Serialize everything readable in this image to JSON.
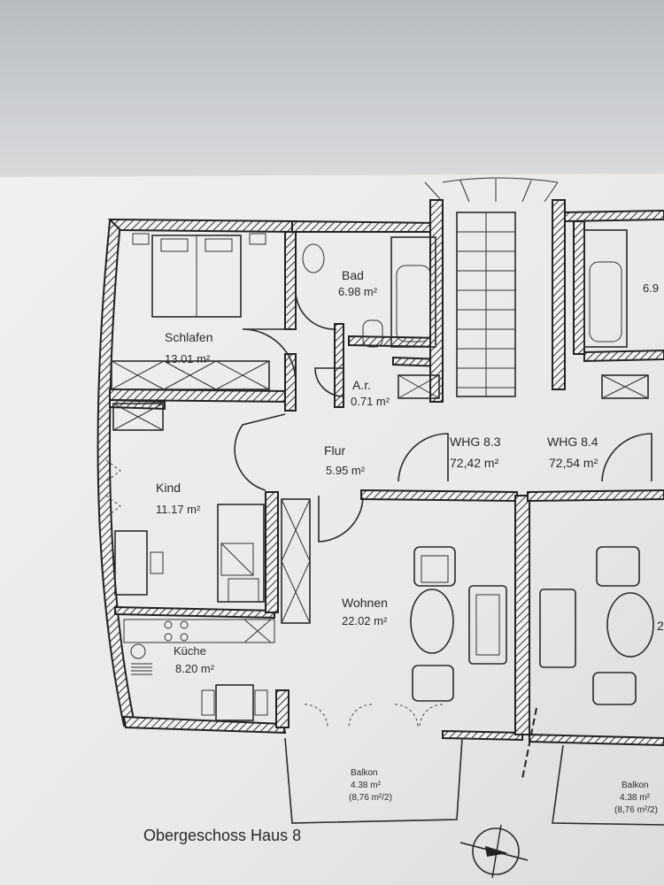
{
  "drawing": {
    "title": "Obergeschoss Haus 8",
    "rooms": [
      {
        "id": "schlafen",
        "name": "Schlafen",
        "area": "13.01 m²"
      },
      {
        "id": "bad",
        "name": "Bad",
        "area": "6.98 m²"
      },
      {
        "id": "ar",
        "name": "A.r.",
        "area": "0.71 m²"
      },
      {
        "id": "flur",
        "name": "Flur",
        "area": "5.95 m²"
      },
      {
        "id": "kind",
        "name": "Kind",
        "area": "11.17 m²"
      },
      {
        "id": "kueche",
        "name": "Küche",
        "area": "8.20 m²"
      },
      {
        "id": "wohnen",
        "name": "Wohnen",
        "area": "22.02 m²"
      },
      {
        "id": "whg83",
        "name": "WHG 8.3",
        "area": "72,42 m²"
      },
      {
        "id": "whg84",
        "name": "WHG 8.4",
        "area": "72,54 m²"
      },
      {
        "id": "bad_right",
        "name": "",
        "area": "6.9"
      },
      {
        "id": "wohnen_right",
        "name": "",
        "area": "2"
      }
    ],
    "balconies": [
      {
        "id": "balkon_left",
        "name": "Balkon",
        "area": "4.38 m²",
        "share": "(8,76 m²/2)"
      },
      {
        "id": "balkon_right",
        "name": "Balkon",
        "area": "4.38 m²",
        "share": "(8,76 m²/2)"
      }
    ],
    "colors": {
      "paper": "#ebebea",
      "wall": "#2b2b2b",
      "background": "#c9cccf"
    }
  }
}
